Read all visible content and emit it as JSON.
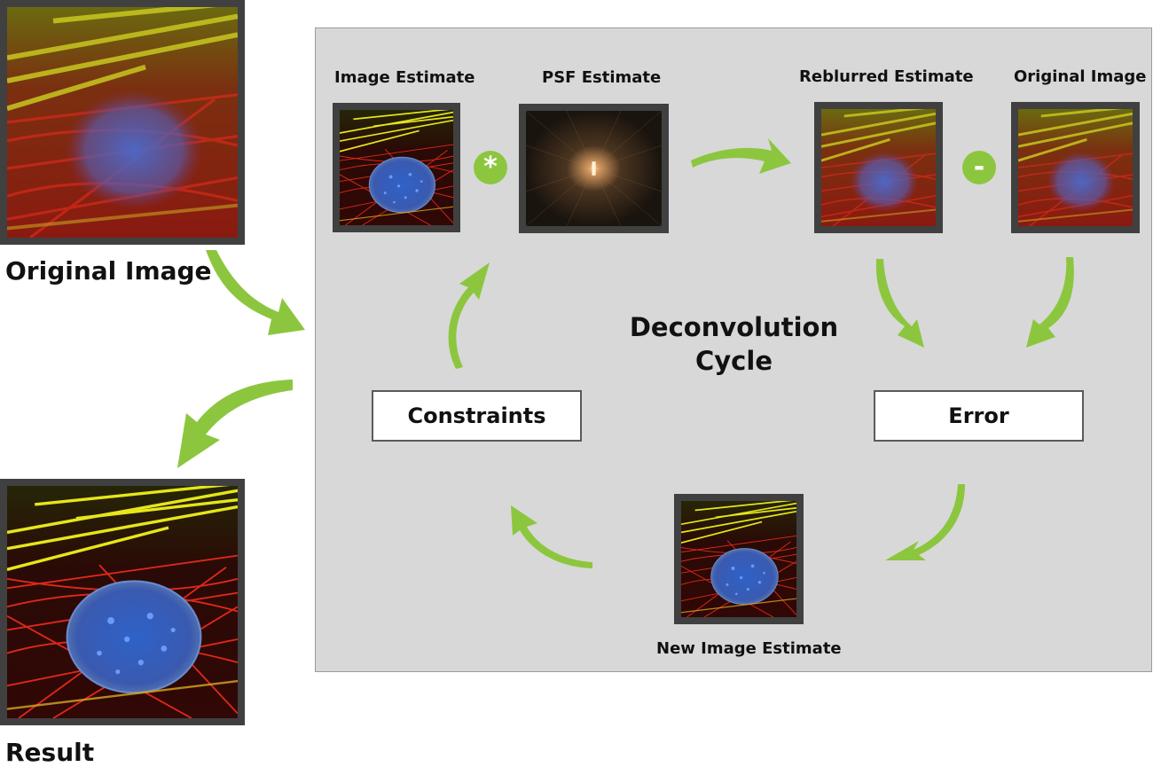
{
  "left": {
    "original_caption": "Original Image",
    "result_caption": "Result"
  },
  "cycle": {
    "title_line1": "Deconvolution",
    "title_line2": "Cycle",
    "image_estimate": "Image Estimate",
    "psf_estimate": "PSF Estimate",
    "reblurred_estimate": "Reblurred Estimate",
    "original_image": "Original Image",
    "new_image_estimate": "New Image Estimate",
    "constraints": "Constraints",
    "error": "Error",
    "convolve_symbol": "*",
    "subtract_symbol": "-"
  },
  "colors": {
    "arrow": "#8cc63f",
    "panel": "#d8d8d8",
    "frame": "#404040"
  },
  "icons": {
    "convolve": "asterisk-badge",
    "subtract": "minus-badge"
  }
}
